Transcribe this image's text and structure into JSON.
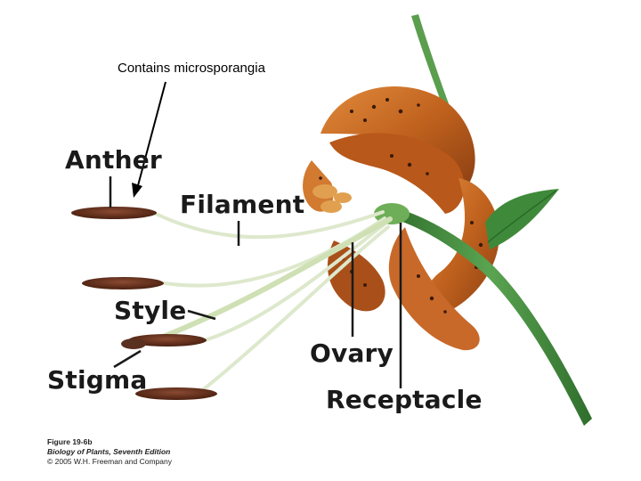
{
  "labels": {
    "note": "Contains microsporangia",
    "anther": "Anther",
    "filament": "Filament",
    "style": "Style",
    "stigma": "Stigma",
    "ovary": "Ovary",
    "receptacle": "Receptacle"
  },
  "caption": {
    "figure": "Figure 19-6b",
    "book": "Biology of Plants, Seventh Edition",
    "copyright": "© 2005 W.H. Freeman and Company"
  },
  "colors": {
    "petal": "#c0621e",
    "petal_dark": "#8a3e12",
    "stem": "#3f8a3a",
    "anther": "#5a2a1a",
    "filament": "#d9e6c8"
  }
}
